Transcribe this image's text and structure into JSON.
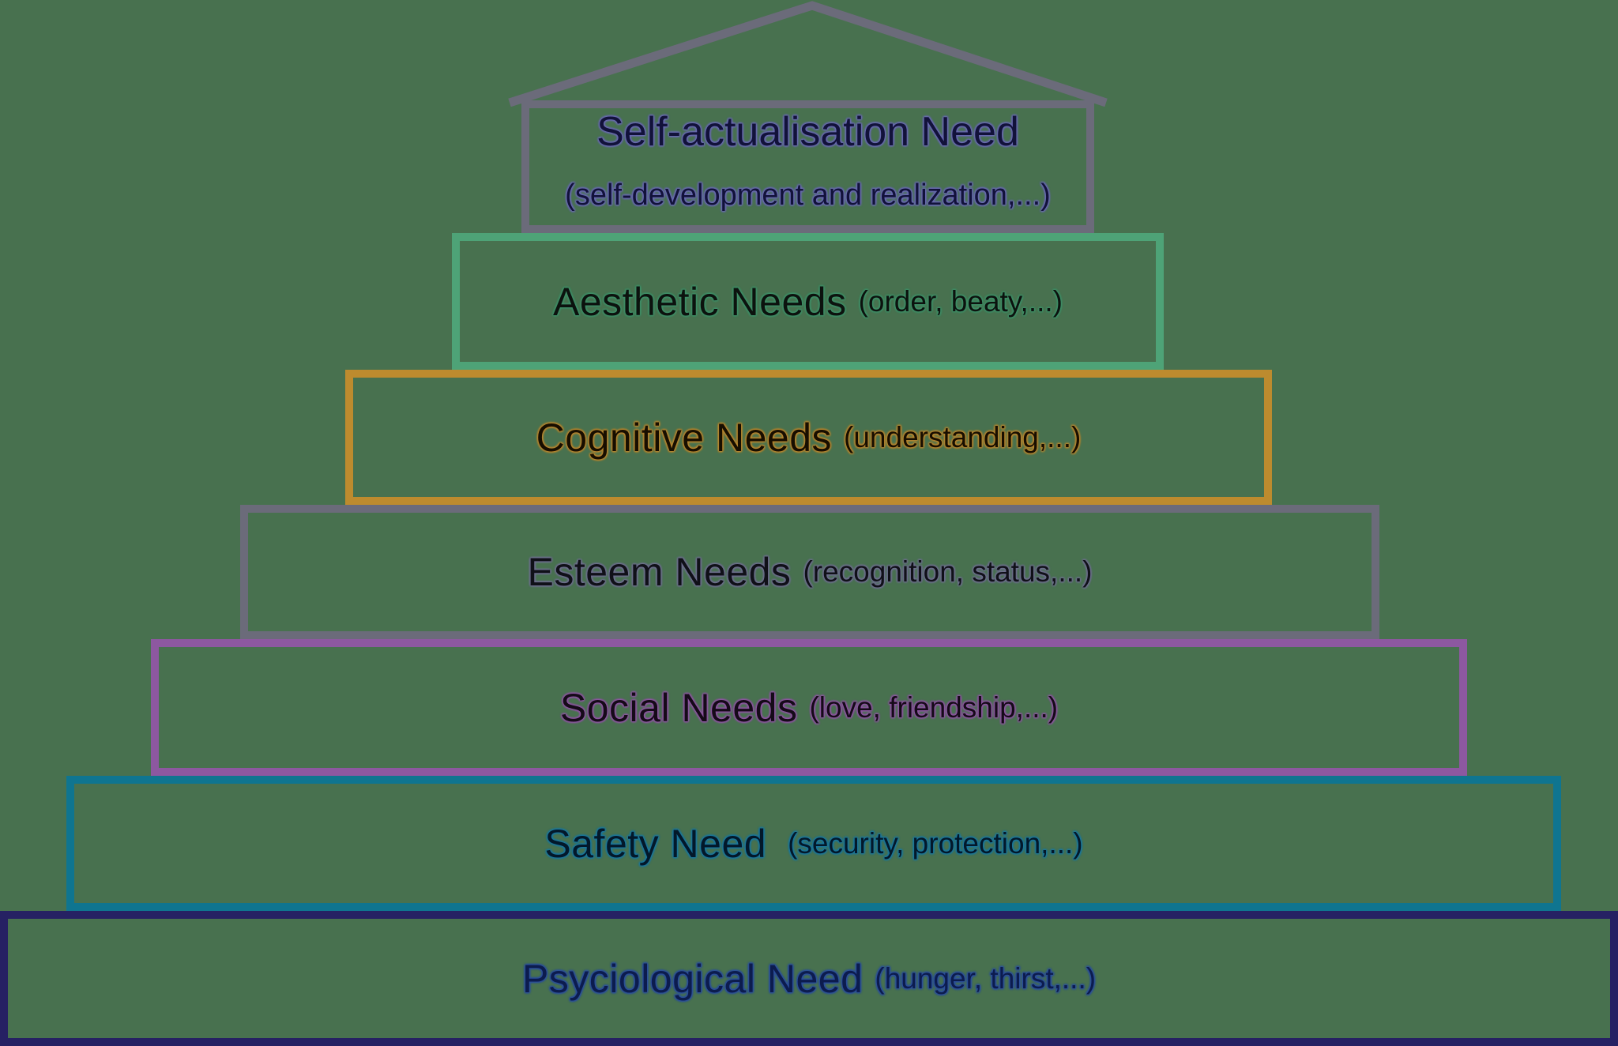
{
  "diagram": {
    "background_color": "#48714f",
    "roof_color": "#6b6b7a"
  },
  "levels": [
    {
      "name": "Self-actualisation Need",
      "detail": "(self-development and realization,...)",
      "border_color": "#6b6b7a",
      "text_color": "#12123a",
      "halo_color": "#6a6ab4"
    },
    {
      "name": "Aesthetic Needs",
      "detail": "(order, beaty,...)",
      "border_color": "#4ea377",
      "text_color": "#0c120e",
      "halo_color": "#3e9068"
    },
    {
      "name": "Cognitive Needs",
      "detail": "(understanding,...)",
      "border_color": "#bd8b2e",
      "text_color": "#170e00",
      "halo_color": "#b9862e"
    },
    {
      "name": "Esteem Needs",
      "detail": "(recognition, status,...)",
      "border_color": "#6b6b7a",
      "text_color": "#101018",
      "halo_color": "#6f6f90"
    },
    {
      "name": "Social Needs",
      "detail": "(love, friendship,...)",
      "border_color": "#8d58a0",
      "text_color": "#150a18",
      "halo_color": "#9055a5"
    },
    {
      "name": "Safety Need",
      "detail": "(security, protection,...)",
      "border_color": "#0f7590",
      "text_color": "#03182a",
      "halo_color": "#1877a0"
    },
    {
      "name": "Psyciological Need",
      "detail": "(hunger, thirst,...)",
      "border_color": "#262163",
      "text_color": "#0c1c4e",
      "halo_color": "#2a4e9e"
    }
  ]
}
